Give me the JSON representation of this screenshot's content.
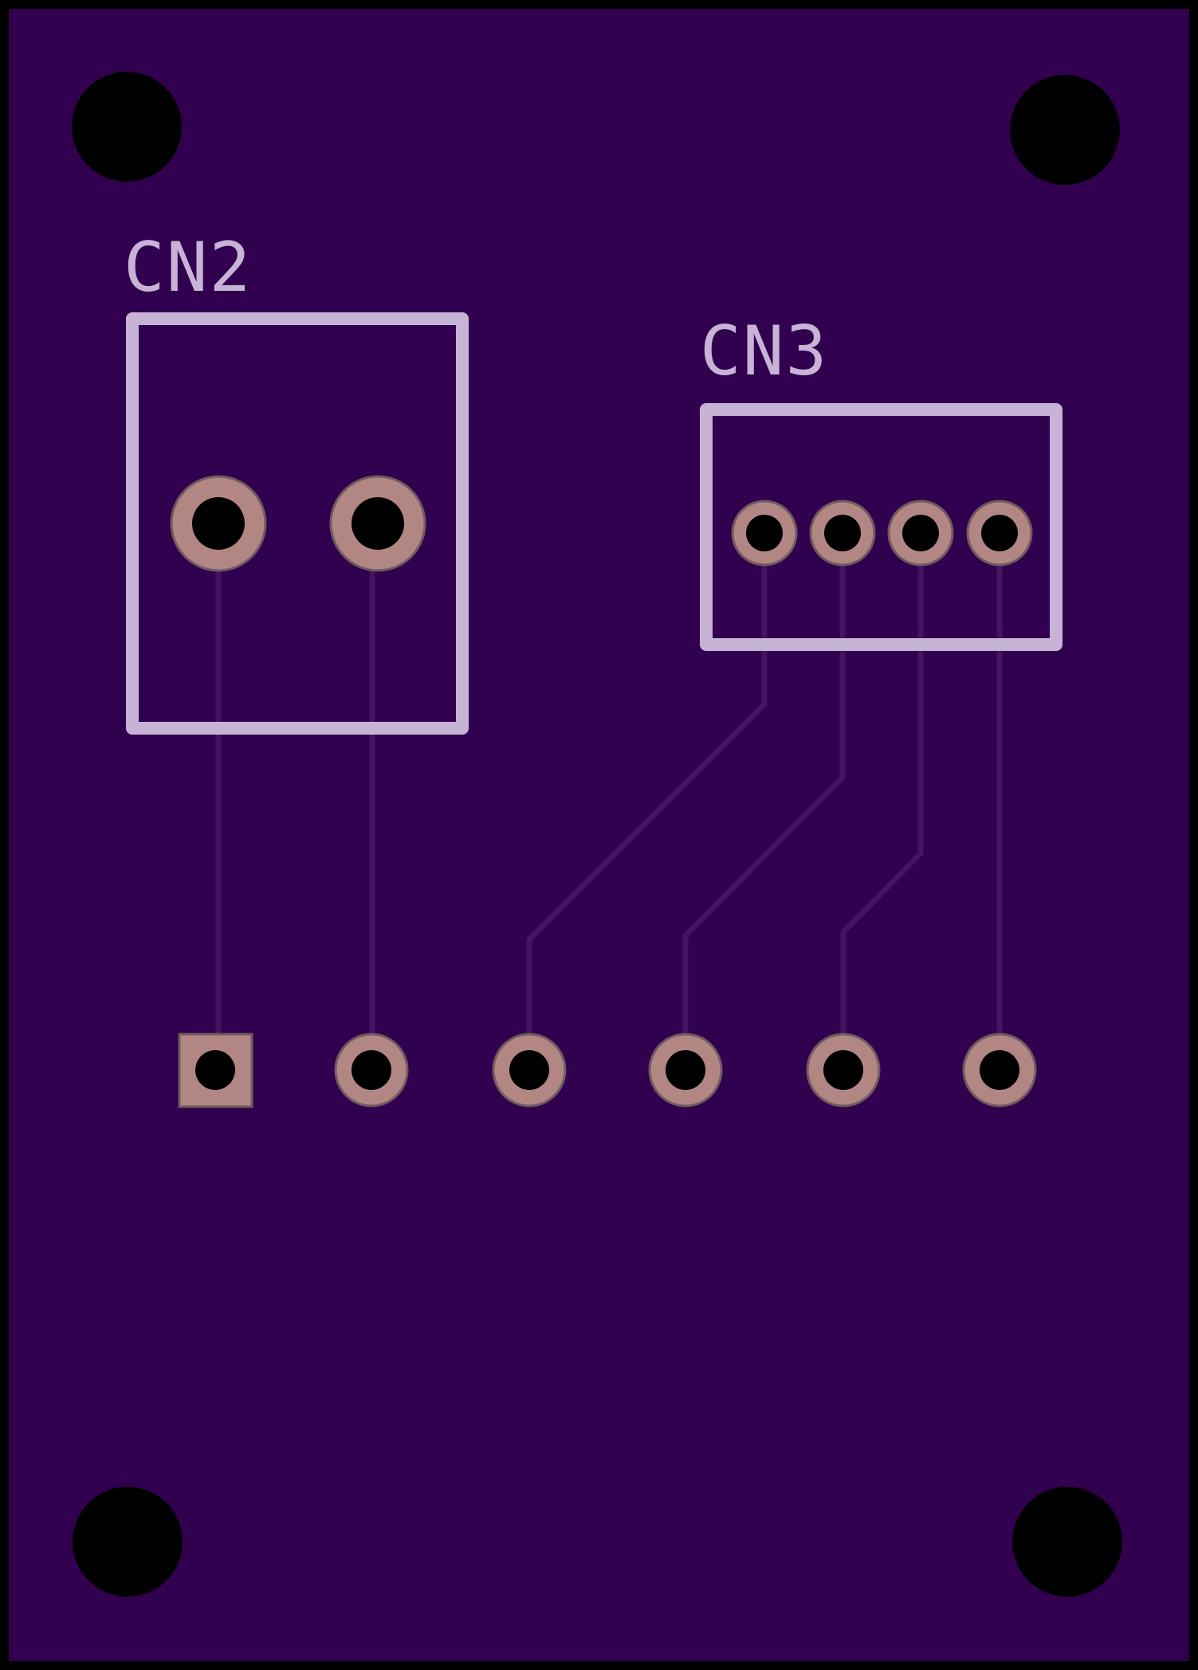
{
  "board": {
    "colors": {
      "substrate": "#31004f",
      "edge": "#000000",
      "silkscreen": "#c7b3d6",
      "copper_pad": "#b28783",
      "pad_outline": "#6f5b5e",
      "trace": "#45135f",
      "drill": "#000000"
    }
  },
  "components": {
    "cn2": {
      "label": "CN2",
      "pins": 2
    },
    "cn3": {
      "label": "CN3",
      "pins": 4
    },
    "header": {
      "pins": 6,
      "pin1_shape": "square"
    }
  },
  "mounting_holes": {
    "count": 4
  }
}
